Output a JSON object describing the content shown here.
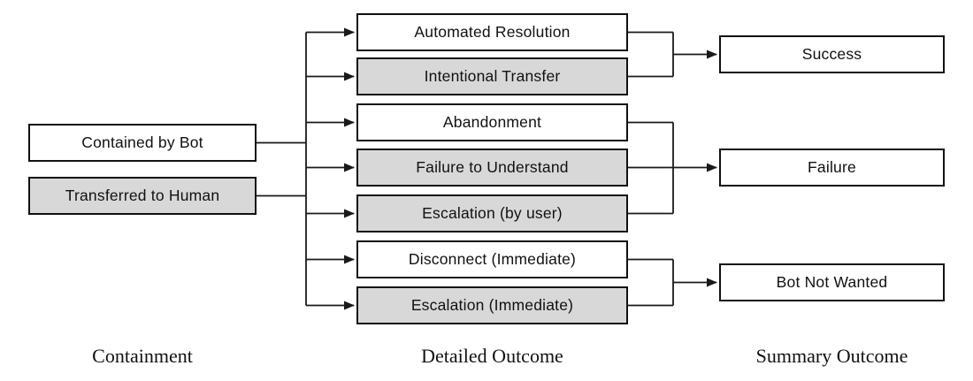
{
  "diagram": {
    "columns": {
      "containment": {
        "label": "Containment",
        "boxes": [
          {
            "label": "Contained by Bot",
            "fill": "#ffffff"
          },
          {
            "label": "Transferred to Human",
            "fill": "#d8d8d8"
          }
        ]
      },
      "detailed_outcome": {
        "label": "Detailed Outcome",
        "boxes": [
          {
            "label": "Automated Resolution",
            "fill": "#ffffff"
          },
          {
            "label": "Intentional Transfer",
            "fill": "#d8d8d8"
          },
          {
            "label": "Abandonment",
            "fill": "#ffffff"
          },
          {
            "label": "Failure to Understand",
            "fill": "#d8d8d8"
          },
          {
            "label": "Escalation (by user)",
            "fill": "#d8d8d8"
          },
          {
            "label": "Disconnect (Immediate)",
            "fill": "#ffffff"
          },
          {
            "label": "Escalation (Immediate)",
            "fill": "#d8d8d8"
          }
        ]
      },
      "summary_outcome": {
        "label": "Summary Outcome",
        "boxes": [
          {
            "label": "Success",
            "fill": "#ffffff"
          },
          {
            "label": "Failure",
            "fill": "#ffffff"
          },
          {
            "label": "Bot Not Wanted",
            "fill": "#ffffff"
          }
        ]
      }
    },
    "colors": {
      "box_white": "#ffffff",
      "box_gray": "#d8d8d8",
      "border": "#111111",
      "line": "#1a1a1a"
    }
  }
}
